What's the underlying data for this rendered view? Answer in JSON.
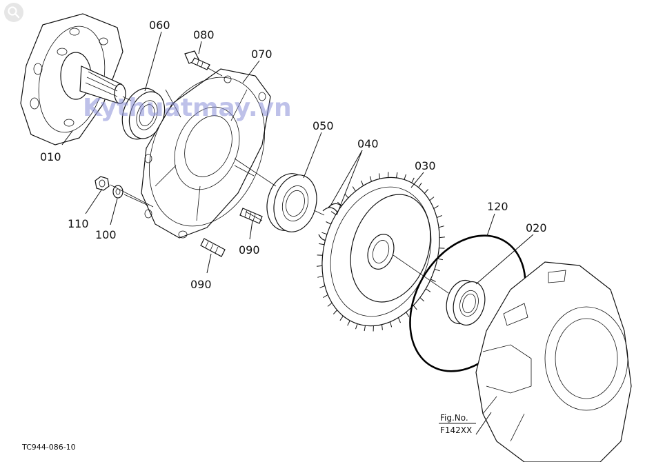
{
  "search": {
    "icon": "magnifier-icon"
  },
  "watermark": "Kythuatmay.vn",
  "diagram_id": "TC944-086-10",
  "figure": {
    "label": "Fig.No.",
    "number": "F142XX"
  },
  "callouts": {
    "p010": "010",
    "p020": "020",
    "p030": "030",
    "p040": "040",
    "p050": "050",
    "p060": "060",
    "p070": "070",
    "p080": "080",
    "p090a": "090",
    "p090b": "090",
    "p100": "100",
    "p110": "110",
    "p120": "120"
  }
}
